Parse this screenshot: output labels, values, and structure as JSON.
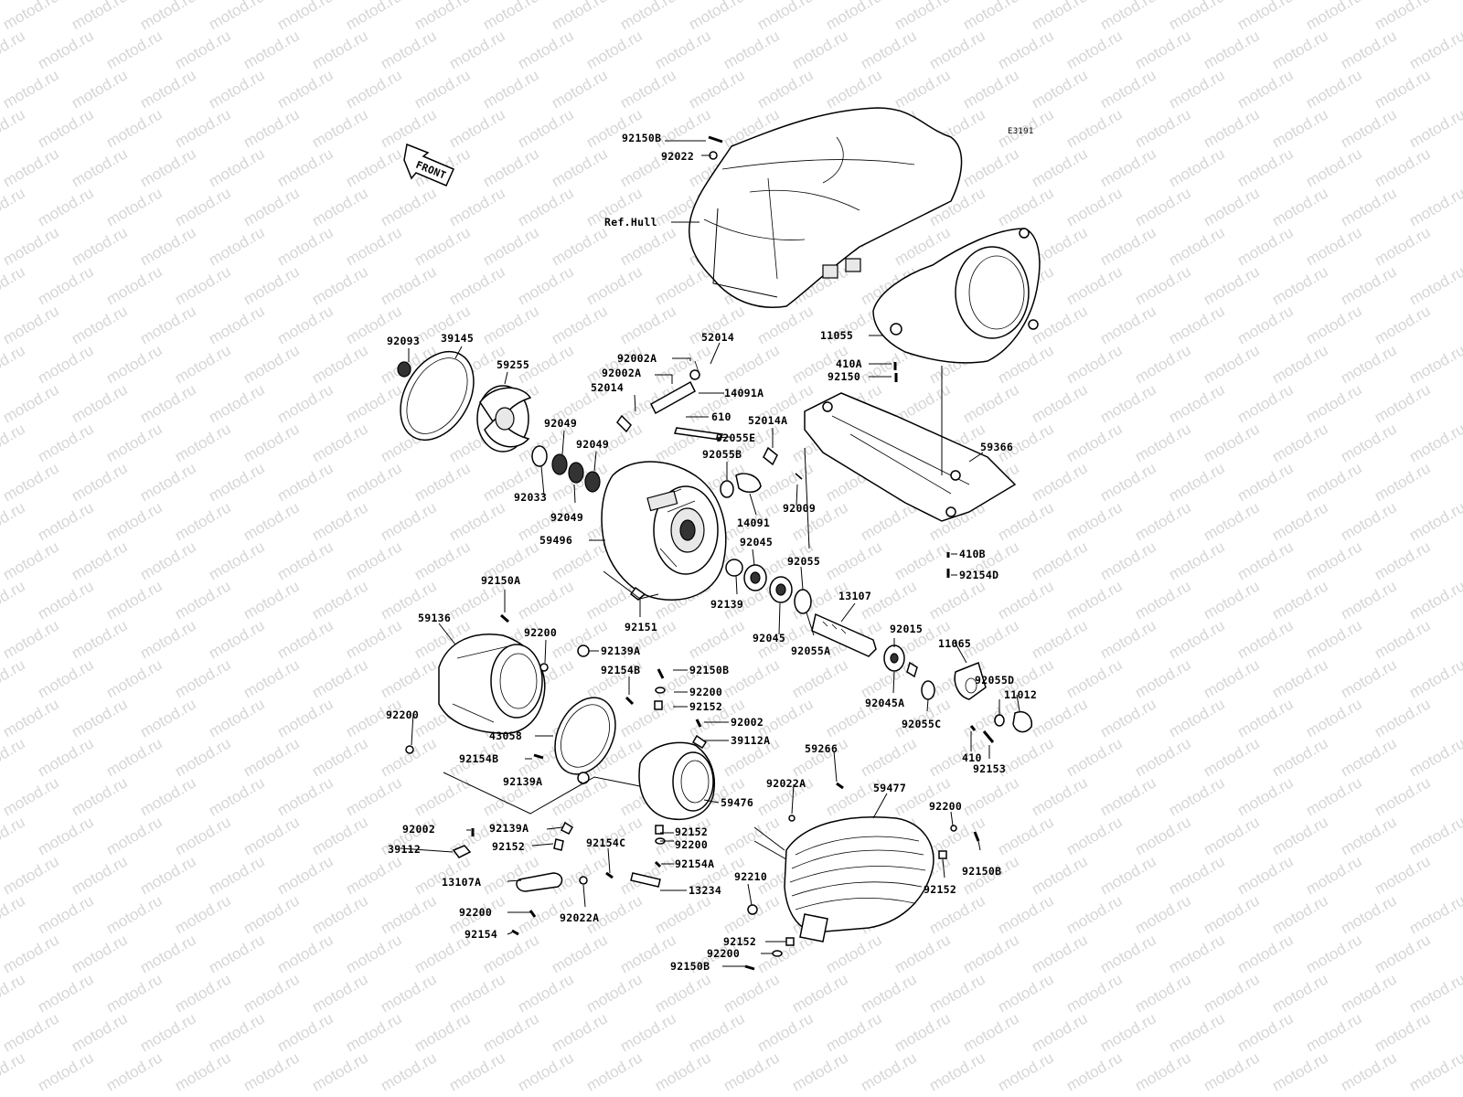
{
  "watermark_text": "motod.ru",
  "diagram_code": "E3191",
  "front_arrow_label": "FRONT",
  "labels": {
    "p92150B_top": "92150B",
    "p92022_top": "92022",
    "ref_hull": "Ref.Hull",
    "p11055": "11055",
    "p410A": "410A",
    "p92150": "92150",
    "p92093": "92093",
    "p39145": "39145",
    "p59255": "59255",
    "p52014_a": "52014",
    "p92002A_a": "92002A",
    "p92002A_b": "92002A",
    "p52014_b": "52014",
    "p14091A": "14091A",
    "p610": "610",
    "p52014A": "52014A",
    "p92049_a": "92049",
    "p92049_b": "92049",
    "p92055E": "92055E",
    "p92055B": "92055B",
    "p59366": "59366",
    "p92033": "92033",
    "p92049_c": "92049",
    "p14091": "14091",
    "p92009": "92009",
    "p59496": "59496",
    "p92045_a": "92045",
    "p92055": "92055",
    "p410B": "410B",
    "p92154D": "92154D",
    "p92150A": "92150A",
    "p92139": "92139",
    "p13107": "13107",
    "p59136": "59136",
    "p92151": "92151",
    "p92200_a": "92200",
    "p92139A_a": "92139A",
    "p92045_b": "92045",
    "p92015": "92015",
    "p11065": "11065",
    "p92055A": "92055A",
    "p92154B_a": "92154B",
    "p92150B_mid": "92150B",
    "p92200_b": "92200",
    "p92045A": "92045A",
    "p92055D": "92055D",
    "p92152_a": "92152",
    "p11012": "11012",
    "p92200_c": "92200",
    "p92002_a": "92002",
    "p43058": "43058",
    "p39112A": "39112A",
    "p92055C": "92055C",
    "p410": "410",
    "p92154B_b": "92154B",
    "p92153": "92153",
    "p59266": "59266",
    "p92139A_b": "92139A",
    "p92022A_a": "92022A",
    "p59477": "59477",
    "p59476": "59476",
    "p92002_b": "92002",
    "p92139A_c": "92139A",
    "p92152_b": "92152",
    "p92200_d": "92200",
    "p39112": "39112",
    "p92152_c": "92152",
    "p92154C": "92154C",
    "p92200_e": "92200",
    "p92154A": "92154A",
    "p92150B_r": "92150B",
    "p13107A": "13107A",
    "p13234": "13234",
    "p92210": "92210",
    "p92152_d": "92152",
    "p92200_f": "92200",
    "p92022A_b": "92022A",
    "p92154": "92154",
    "p92152_e": "92152",
    "p92200_g": "92200",
    "p92150B_bot": "92150B"
  }
}
